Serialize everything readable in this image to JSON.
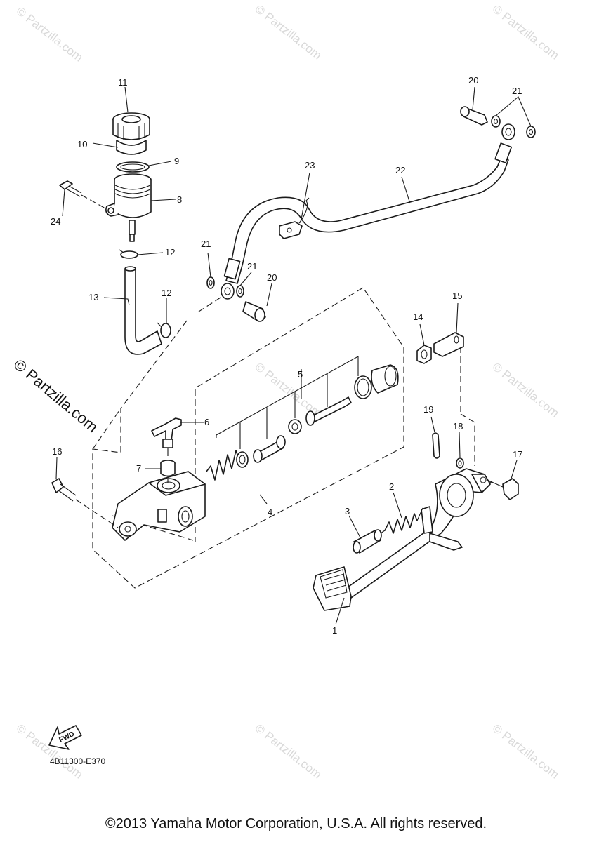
{
  "watermark": {
    "small": "© Partzilla.com",
    "large": "© Partzilla.com"
  },
  "callouts": {
    "c1": "1",
    "c2": "2",
    "c3": "3",
    "c4": "4",
    "c5": "5",
    "c6": "6",
    "c7": "7",
    "c8": "8",
    "c9": "9",
    "c10": "10",
    "c11": "11",
    "c12a": "12",
    "c12b": "12",
    "c13": "13",
    "c14": "14",
    "c15": "15",
    "c16": "16",
    "c17": "17",
    "c18": "18",
    "c19": "19",
    "c20a": "20",
    "c20b": "20",
    "c21a": "21",
    "c21b": "21",
    "c21c": "21",
    "c22": "22",
    "c23": "23",
    "c24": "24"
  },
  "fwd_label": "FWD",
  "diagram_code": "4B11300-E370",
  "copyright": "©2013 Yamaha Motor Corporation, U.S.A. All rights reserved."
}
